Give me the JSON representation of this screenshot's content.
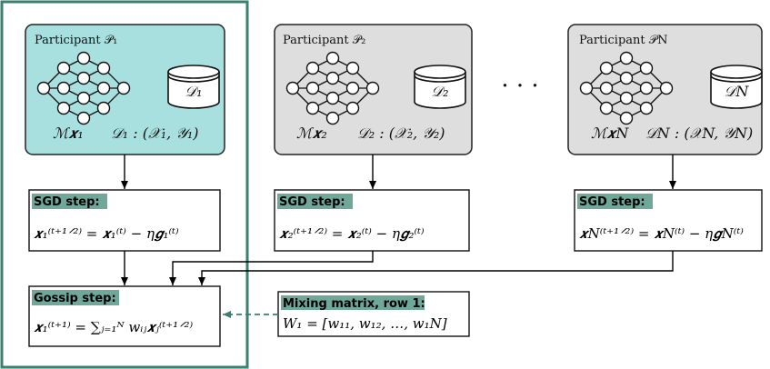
{
  "colors": {
    "highlight_panel": "#a8e0e0",
    "highlight_border": "#3a7f6f",
    "gray_panel": "#dedede",
    "title_highlight": "#6fa898",
    "dashed_arrow": "#3a7f6f"
  },
  "participants": [
    {
      "label": "Participant 𝒫₁",
      "dataset_icon": "𝒟₁",
      "model": "ℳ𝒙₁",
      "dataset_def": "𝒟₁ : (𝒳₁, 𝒴₁)",
      "sgd_title": "SGD step:",
      "sgd_eq": "𝒙₁⁽ᵗ⁺¹ᐟ²⁾ = 𝒙₁⁽ᵗ⁾ − η𝒈₁⁽ᵗ⁾"
    },
    {
      "label": "Participant 𝒫₂",
      "dataset_icon": "𝒟₂",
      "model": "ℳ𝒙₂",
      "dataset_def": "𝒟₂ : (𝒳₂, 𝒴₂)",
      "sgd_title": "SGD step:",
      "sgd_eq": "𝒙₂⁽ᵗ⁺¹ᐟ²⁾ = 𝒙₂⁽ᵗ⁾ − η𝒈₂⁽ᵗ⁾"
    },
    {
      "label": "Participant 𝒫N",
      "dataset_icon": "𝒟N",
      "model": "ℳ𝒙N",
      "dataset_def": "𝒟N : (𝒳N, 𝒴N)",
      "sgd_title": "SGD step:",
      "sgd_eq": "𝒙N⁽ᵗ⁺¹ᐟ²⁾ = 𝒙N⁽ᵗ⁾ − η𝒈N⁽ᵗ⁾"
    }
  ],
  "ellipsis": "· · ·",
  "gossip": {
    "title": "Gossip step:",
    "eq": "𝒙₁⁽ᵗ⁺¹⁾ = ∑ⱼ₌₁ᴺ wᵢⱼ𝒙ⱼ⁽ᵗ⁺¹ᐟ²⁾"
  },
  "mixing": {
    "title": "Mixing matrix, row 1:",
    "eq": "W₁ = [w₁₁, w₁₂, …, w₁N]"
  }
}
